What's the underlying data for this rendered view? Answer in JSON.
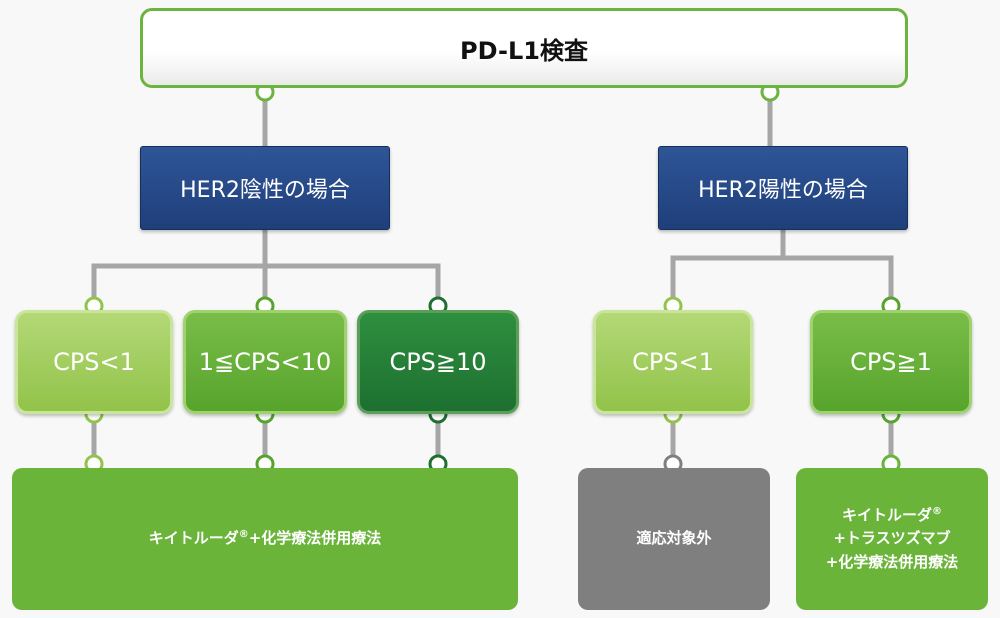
{
  "root": {
    "label": "PD-L1検査"
  },
  "branches": [
    {
      "label": "HER2陰性の場合",
      "groups": [
        {
          "label": "CPS<1"
        },
        {
          "label": "1≦CPS<10"
        },
        {
          "label": "CPS≧10"
        }
      ],
      "treatment": {
        "line1": "キイトルーダ",
        "mark": "®",
        "line1_suffix": "+化学療法併用療法"
      }
    },
    {
      "label": "HER2陽性の場合",
      "groups": [
        {
          "label": "CPS<1",
          "treatment": {
            "label": "適応対象外"
          }
        },
        {
          "label": "CPS≧1",
          "treatment": {
            "line1": "キイトルーダ",
            "mark": "®",
            "line2": "+トラスツズマブ",
            "line3": "+化学療法併用療法"
          }
        }
      ]
    }
  ],
  "colors": {
    "connector": "#a6a6a6",
    "dot_light": "#92c34a",
    "dot_mid": "#57a42c",
    "dot_dark": "#1d7030"
  }
}
